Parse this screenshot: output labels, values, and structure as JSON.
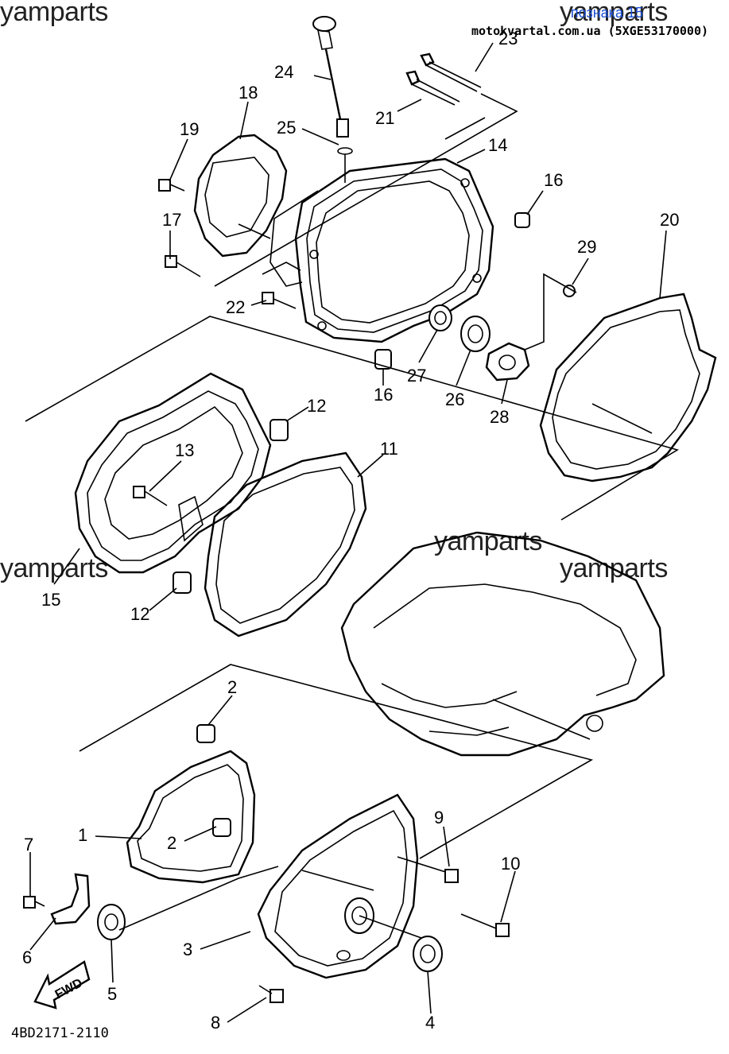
{
  "watermark": "yamparts",
  "header": {
    "badge": "познака 15",
    "site": "motokvartal.com.ua (5XGE53170000)"
  },
  "diagram_code": "4BD2171-2110",
  "fwd_label": "FWD",
  "callouts": {
    "n1": "1",
    "n2a": "2",
    "n2b": "2",
    "n3": "3",
    "n4": "4",
    "n5": "5",
    "n6": "6",
    "n7": "7",
    "n8": "8",
    "n9": "9",
    "n10": "10",
    "n11": "11",
    "n12a": "12",
    "n12b": "12",
    "n13": "13",
    "n14": "14",
    "n15": "15",
    "n16a": "16",
    "n16b": "16",
    "n17": "17",
    "n18": "18",
    "n19": "19",
    "n20": "20",
    "n21": "21",
    "n22": "22",
    "n23": "23",
    "n24": "24",
    "n25": "25",
    "n26": "26",
    "n27": "27",
    "n28": "28",
    "n29": "29"
  }
}
